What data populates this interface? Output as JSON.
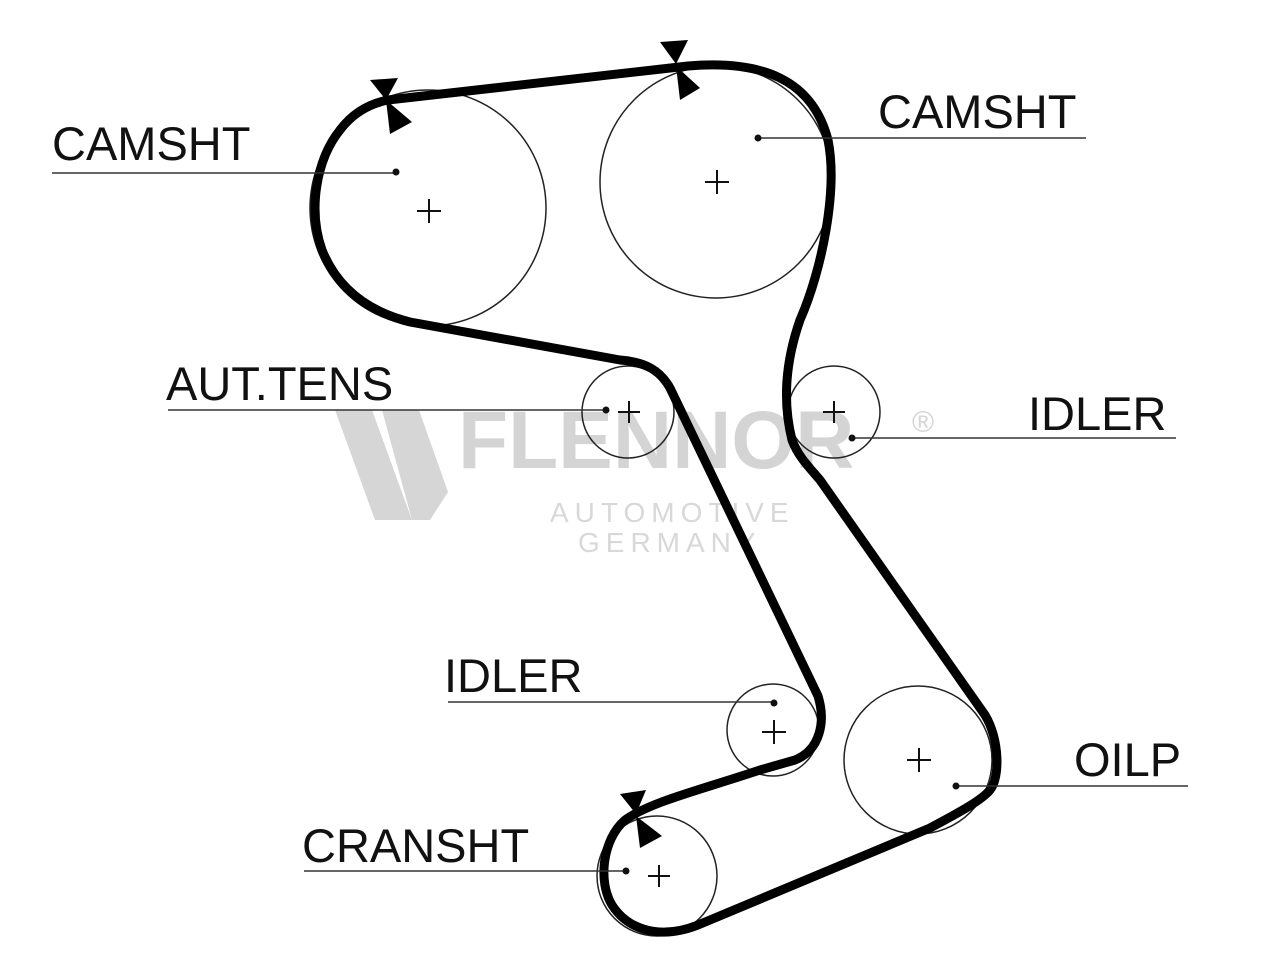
{
  "diagram": {
    "labels": {
      "camshaft_left": "CAMSHT",
      "camshaft_right": "CAMSHT",
      "auto_tensioner": "AUT.TENS",
      "idler_upper": "IDLER",
      "idler_lower": "IDLER",
      "oil_pump": "OILP",
      "crankshaft": "CRANSHT"
    },
    "watermark": {
      "brand": "FLENNOR",
      "registered": "®",
      "line1": "AUTOMOTIVE",
      "line2": "GERMANY"
    },
    "colors": {
      "belt": "#000000",
      "watermark": "#d4d4d4",
      "background": "#ffffff"
    }
  }
}
